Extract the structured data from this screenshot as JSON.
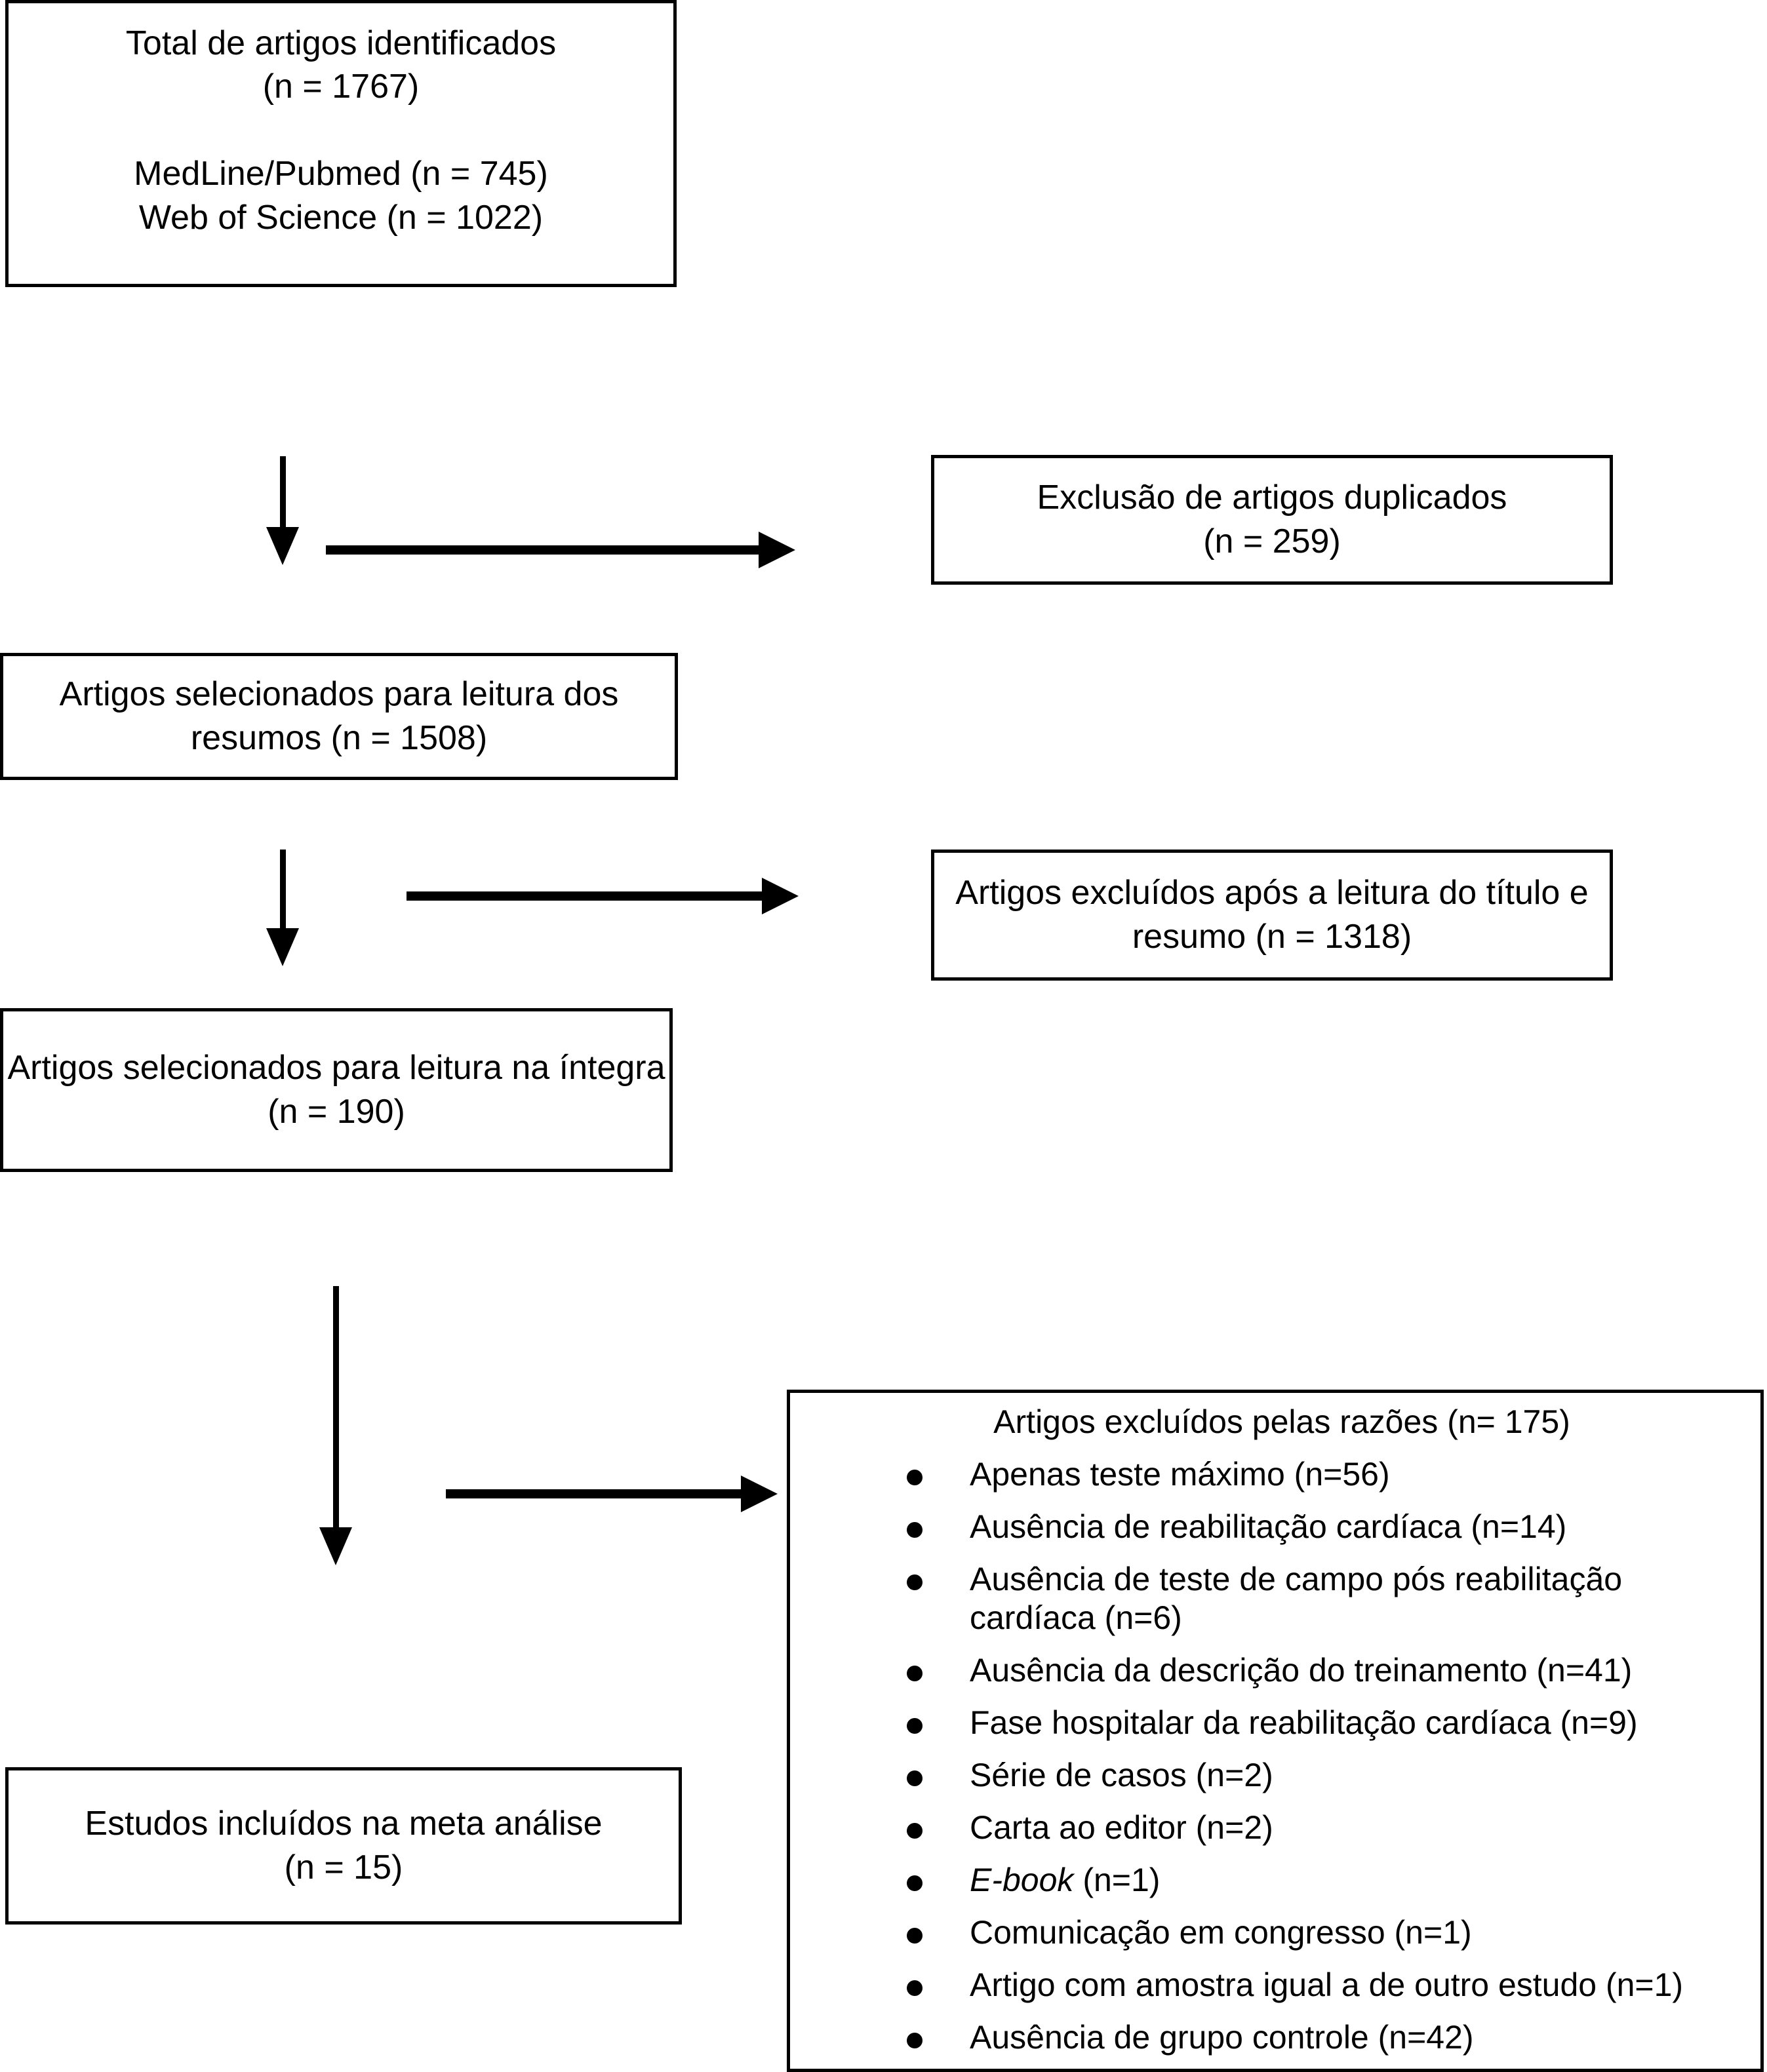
{
  "diagram": {
    "title": "PRISMA flow diagram",
    "language": "pt-BR",
    "stroke_color": "#000000",
    "background_color": "#ffffff"
  },
  "boxes": {
    "identified": {
      "text": "Total de artigos identificados\n(n = 1767)\n\nMedLine/Pubmed (n = 745)\nWeb of Science (n = 1022)",
      "n_total": 1767,
      "sources": [
        {
          "name": "MedLine/Pubmed",
          "n": 745
        },
        {
          "name": "Web of Science",
          "n": 1022
        }
      ]
    },
    "duplicates": {
      "text": "Exclusão de artigos duplicados\n(n = 259)",
      "n": 259
    },
    "abstracts": {
      "text": "Artigos selecionados para leitura dos resumos (n = 1508)",
      "n": 1508
    },
    "excluded_title_abstract": {
      "text": "Artigos excluídos após a leitura do título e resumo (n = 1318)",
      "n": 1318
    },
    "fulltext": {
      "text": "Artigos selecionados para leitura na íntegra (n = 190)",
      "n": 190
    },
    "included": {
      "text": "Estudos incluídos na meta análise\n(n = 15)",
      "n": 15
    },
    "reasons": {
      "header": "Artigos excluídos pelas razões (n= 175)",
      "n_total": 175,
      "items": [
        {
          "label": "Apenas teste máximo (n=56)",
          "n": 56,
          "italic": false
        },
        {
          "label": "Ausência de reabilitação cardíaca (n=14)",
          "n": 14,
          "italic": false
        },
        {
          "label": "Ausência de teste de campo pós reabilitação cardíaca (n=6)",
          "n": 6,
          "italic": false
        },
        {
          "label": "Ausência da descrição do treinamento (n=41)",
          "n": 41,
          "italic": false
        },
        {
          "label": "Fase hospitalar da reabilitação cardíaca (n=9)",
          "n": 9,
          "italic": false
        },
        {
          "label": "Série de casos (n=2)",
          "n": 2,
          "italic": false
        },
        {
          "label": "Carta ao editor (n=2)",
          "n": 2,
          "italic": false
        },
        {
          "label": "E-book (n=1)",
          "n": 1,
          "italic": true,
          "italic_part": "E-book",
          "plain_part": " (n=1)"
        },
        {
          "label": "Comunicação em congresso (n=1)",
          "n": 1,
          "italic": false
        },
        {
          "label": "Artigo com amostra igual a de outro estudo (n=1)",
          "n": 1,
          "italic": false
        },
        {
          "label": "Ausência de grupo controle (n=42)",
          "n": 42,
          "italic": false
        }
      ]
    }
  },
  "arrows": [
    {
      "name": "identified-to-abstracts",
      "direction": "down"
    },
    {
      "name": "identified-to-duplicates",
      "direction": "right"
    },
    {
      "name": "abstracts-to-fulltext",
      "direction": "down"
    },
    {
      "name": "abstracts-to-excluded-title",
      "direction": "right"
    },
    {
      "name": "fulltext-to-included",
      "direction": "down"
    },
    {
      "name": "fulltext-to-reasons",
      "direction": "right"
    }
  ]
}
